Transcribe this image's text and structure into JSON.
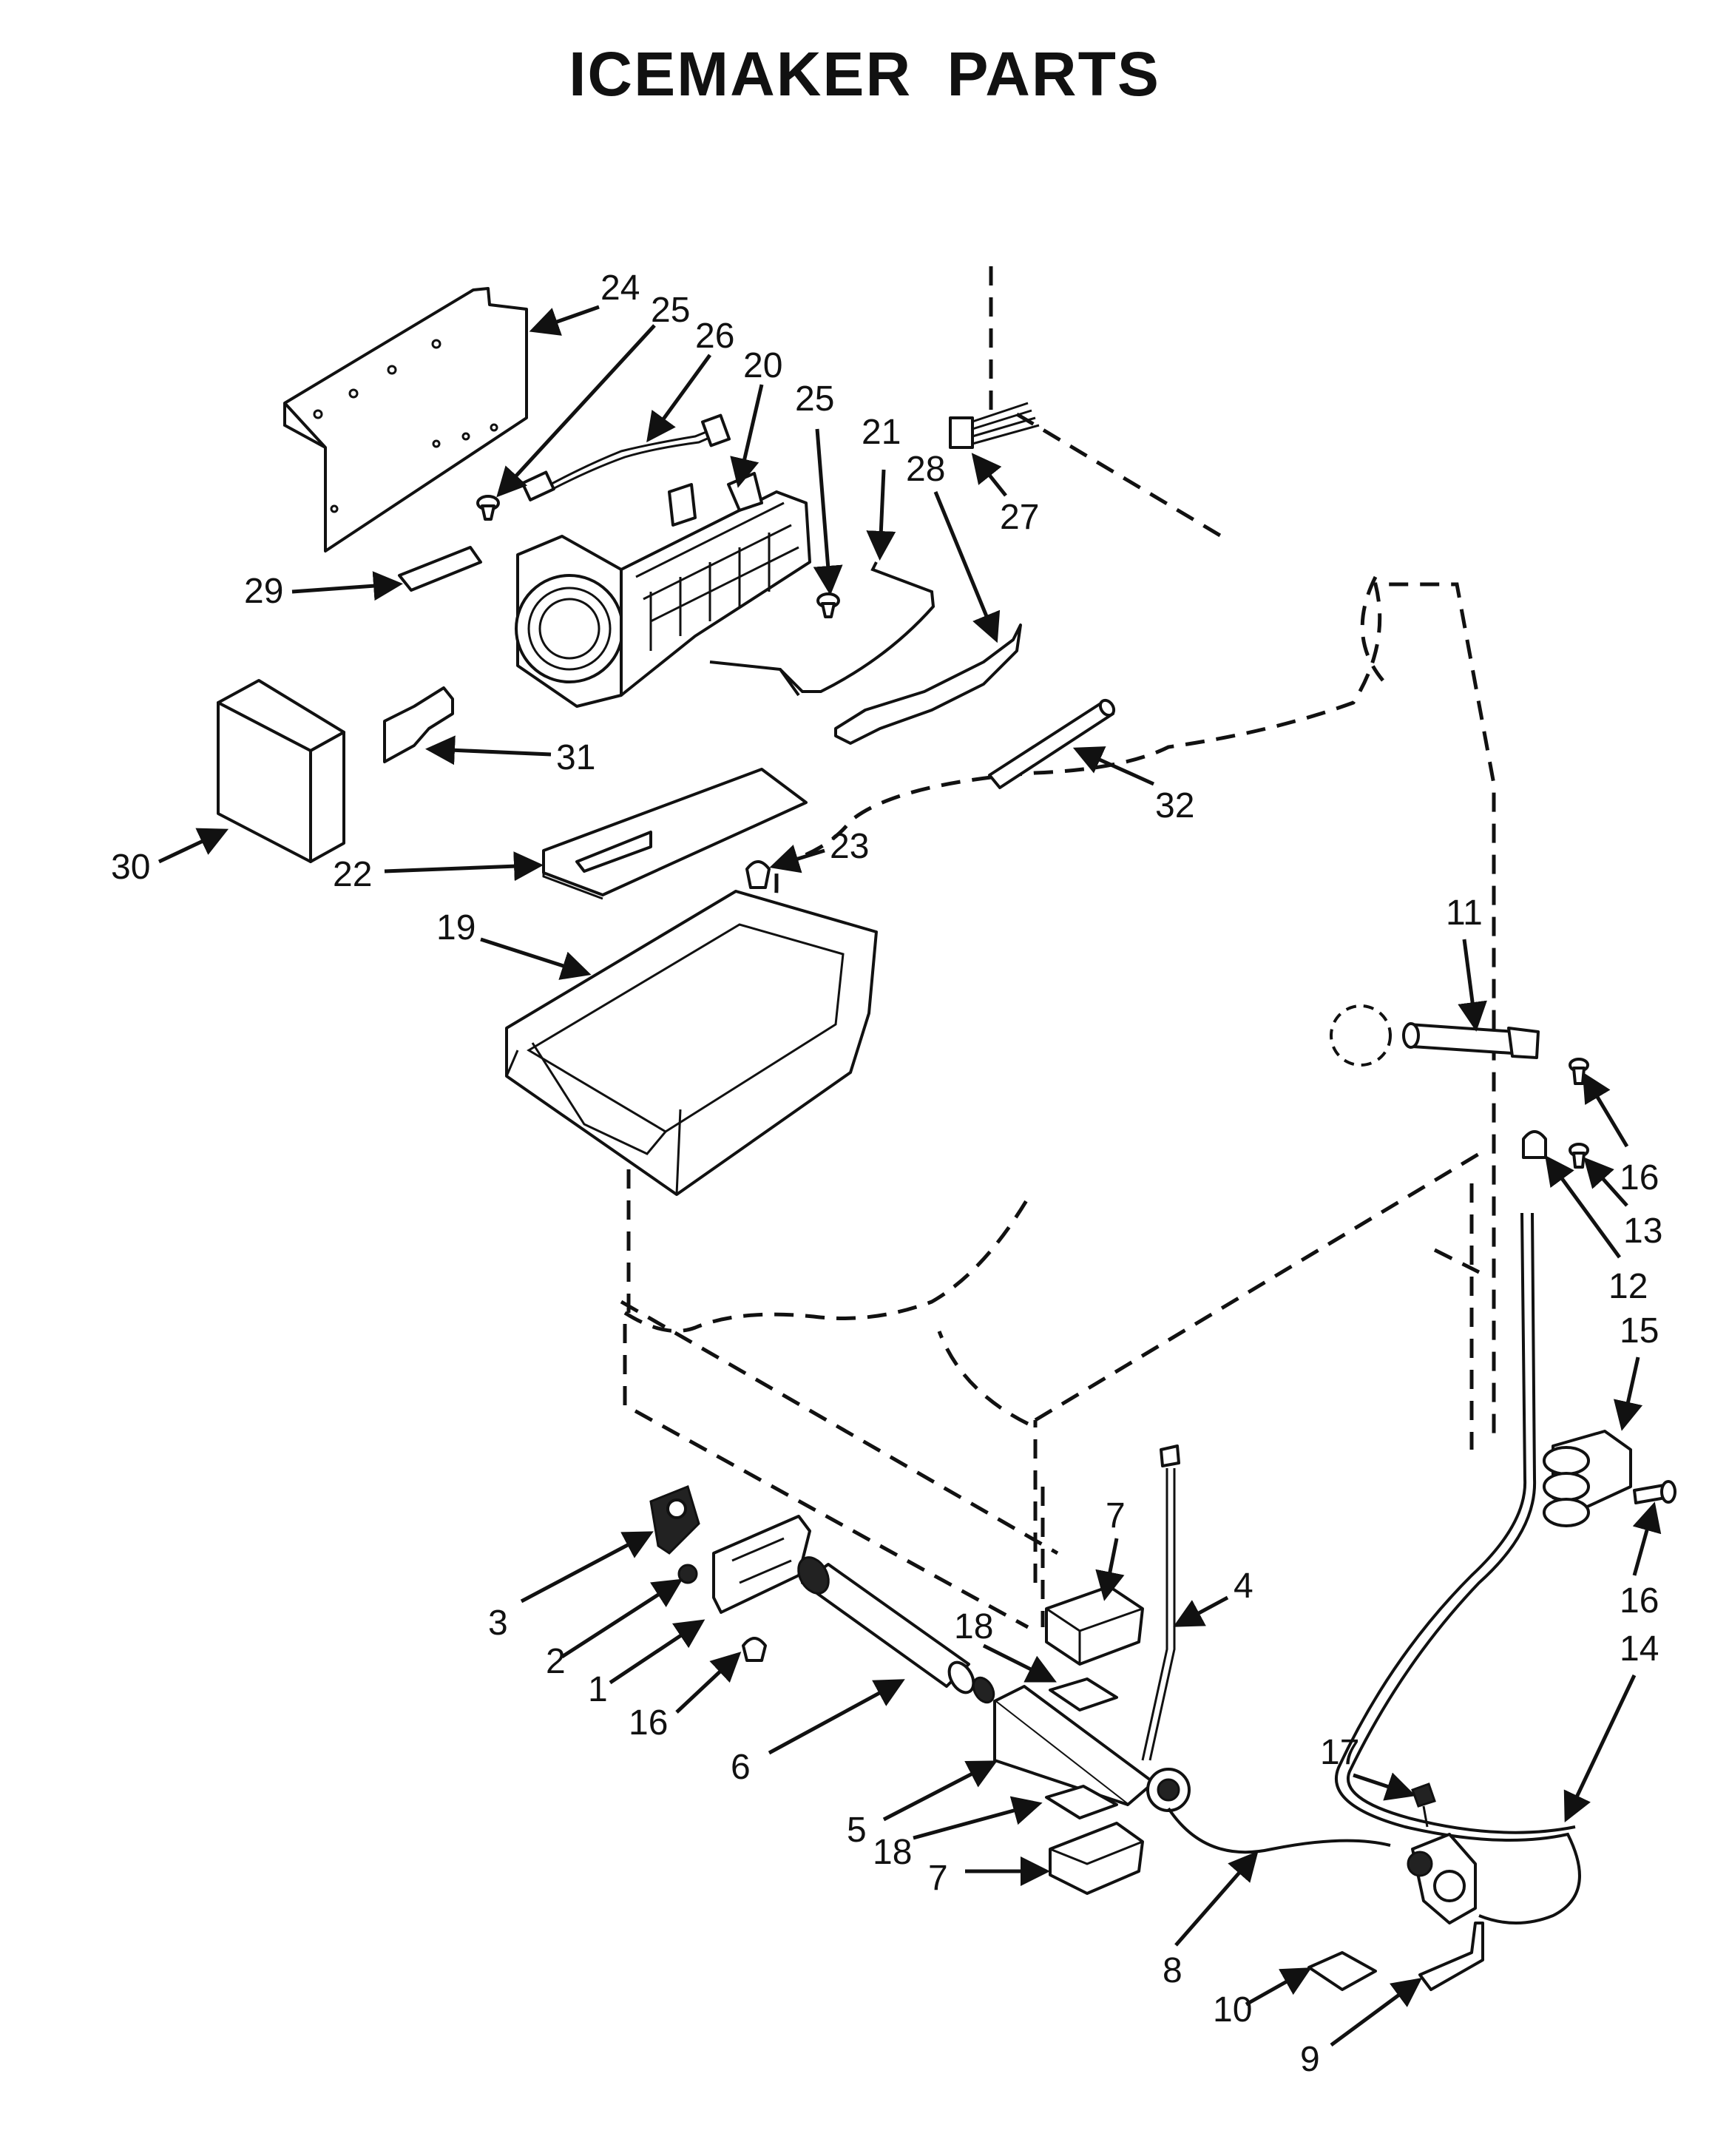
{
  "title": "ICEMAKER PARTS",
  "callouts": {
    "c1": "1",
    "c2": "2",
    "c3": "3",
    "c4": "4",
    "c5": "5",
    "c6": "6",
    "c7a": "7",
    "c7b": "7",
    "c8": "8",
    "c9": "9",
    "c10": "10",
    "c11": "11",
    "c12": "12",
    "c13": "13",
    "c14": "14",
    "c15": "15",
    "c16a": "16",
    "c16b": "16",
    "c16c": "16",
    "c17": "17",
    "c18a": "18",
    "c18b": "18",
    "c19": "19",
    "c20": "20",
    "c21": "21",
    "c22": "22",
    "c23": "23",
    "c24": "24",
    "c25a": "25",
    "c25b": "25",
    "c26": "26",
    "c27": "27",
    "c28": "28",
    "c29": "29",
    "c30": "30",
    "c31": "31",
    "c32": "32"
  }
}
